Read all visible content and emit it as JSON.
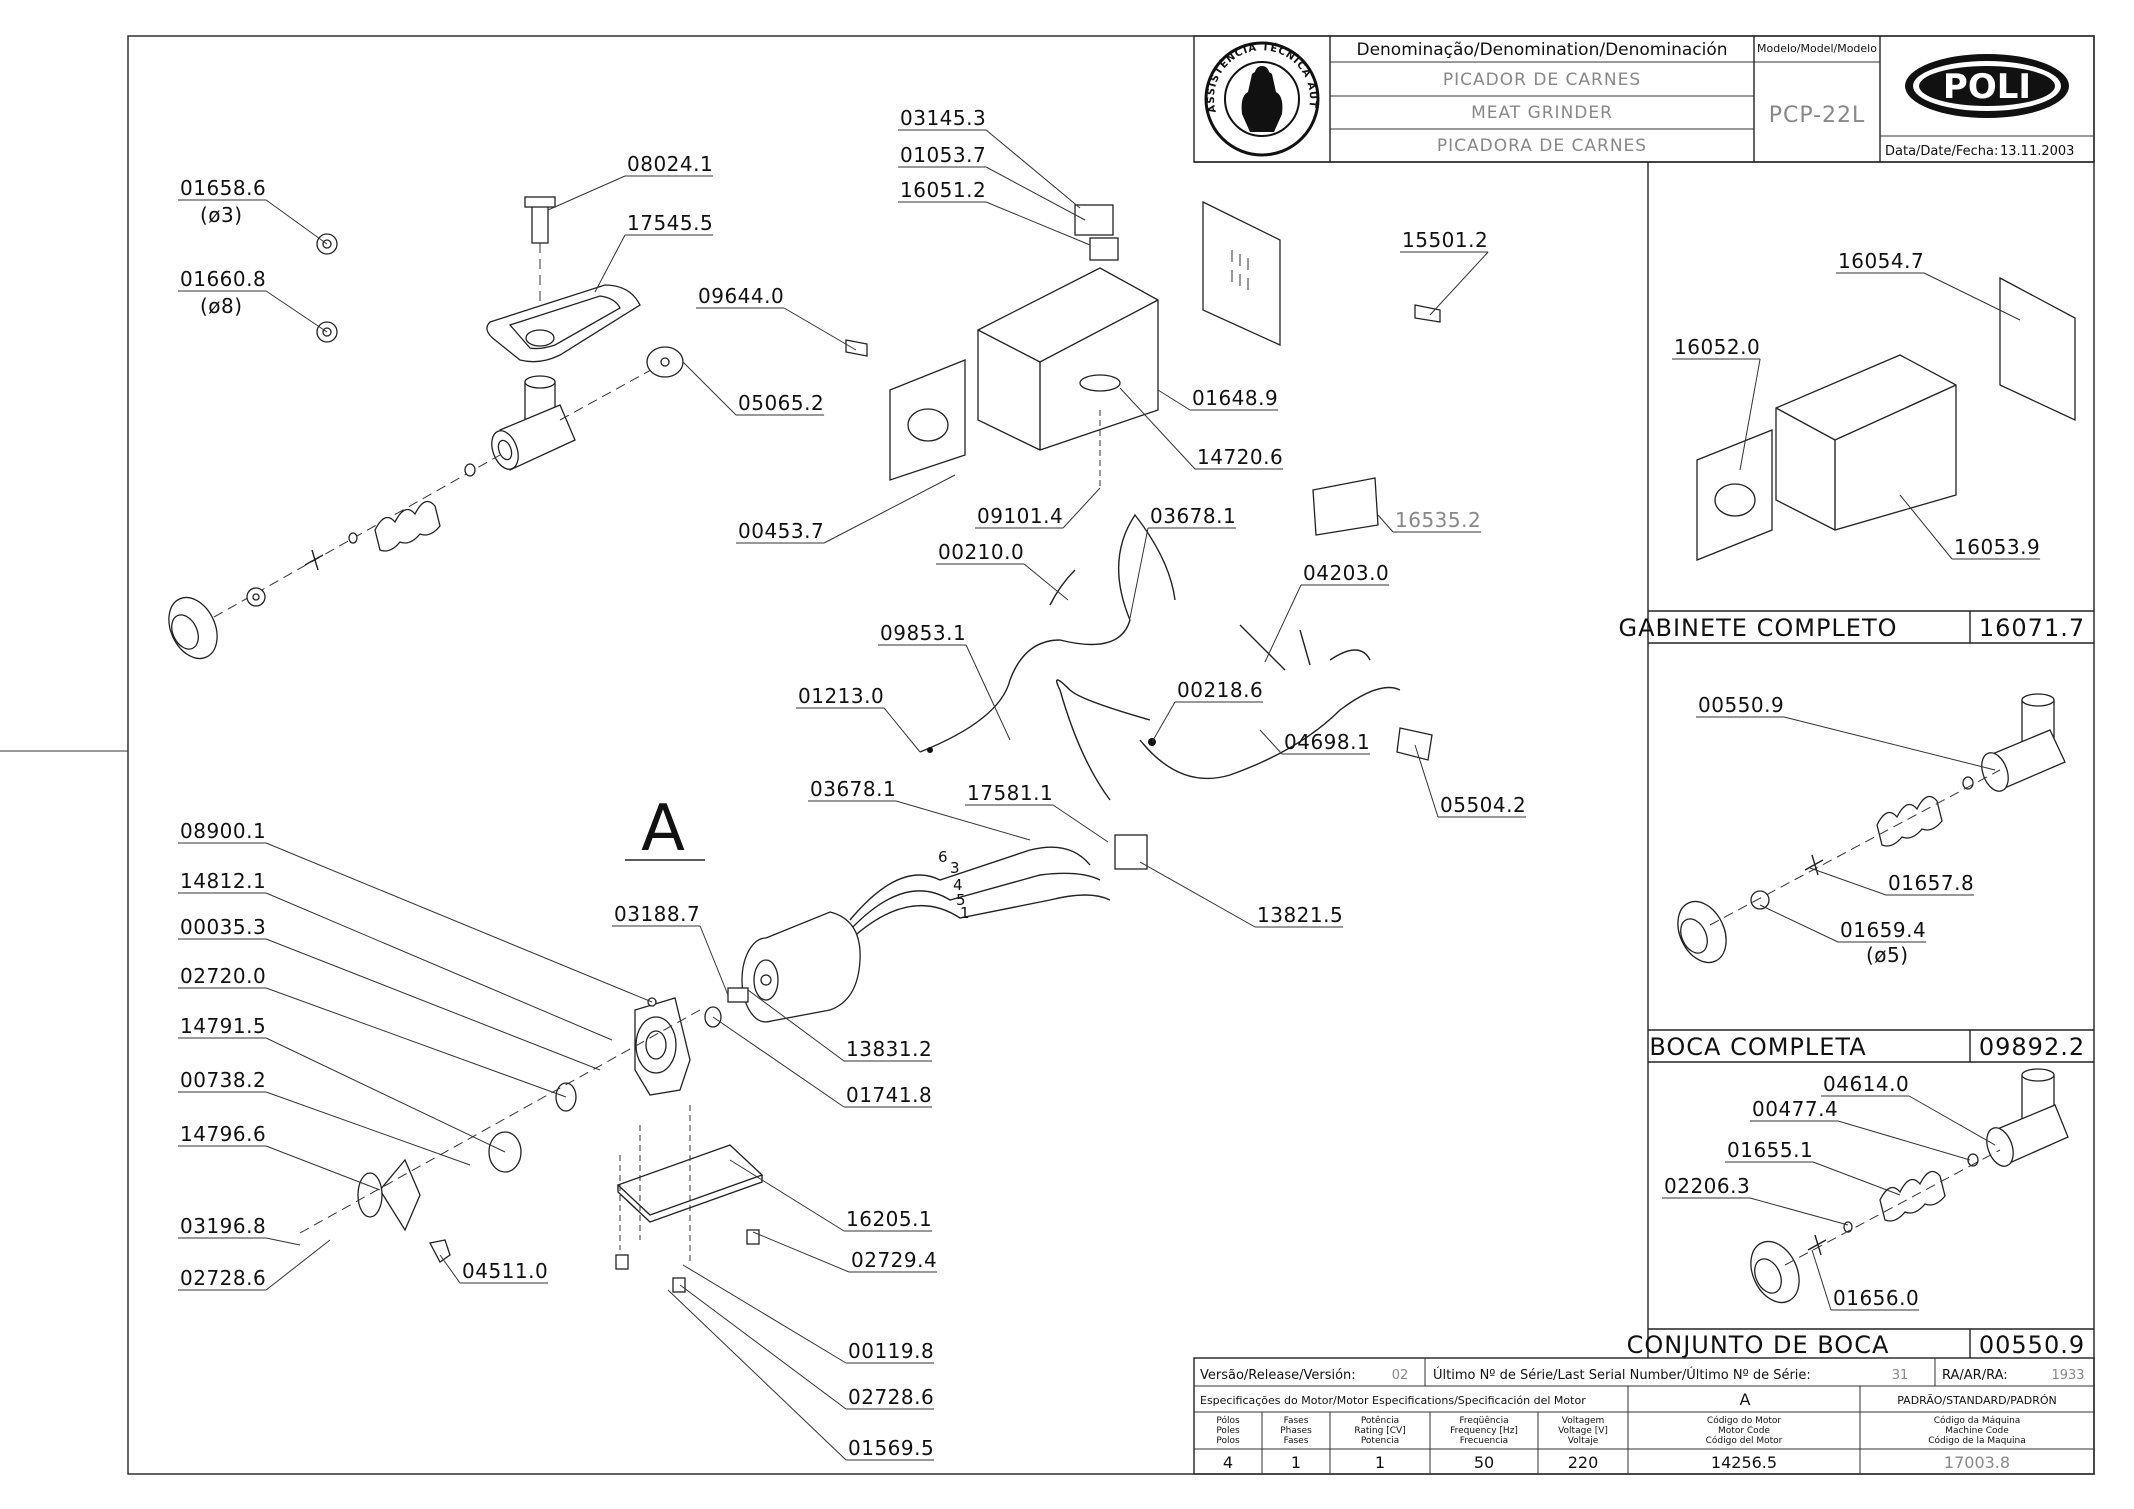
{
  "title_block": {
    "denomination_header": "Denominação/Denomination/Denominación",
    "name_pt": "PICADOR DE CARNES",
    "name_en": "MEAT GRINDER",
    "name_es": "PICADORA DE CARNES",
    "model_header": "Modelo/Model/Modelo",
    "model": "PCP-22L",
    "brand": "POLI",
    "date_label": "Data/Date/Fecha:",
    "date": "13.11.2003",
    "seal_text": "ASSISTÊNCIA TÉCNICA AUTORIZADA"
  },
  "assemblies": [
    {
      "title": "GABINETE COMPLETO",
      "code": "16071.7"
    },
    {
      "title": "BOCA COMPLETA",
      "code": "09892.2"
    },
    {
      "title": "CONJUNTO DE BOCA",
      "code": "00550.9"
    }
  ],
  "section_marker": "A",
  "wire_numbers": [
    "6",
    "3",
    "4",
    "5",
    "1"
  ],
  "parts": {
    "p0": "01658.6",
    "p1": "(ø3)",
    "p2": "01660.8",
    "p3": "(ø8)",
    "p4": "08024.1",
    "p5": "17545.5",
    "p6": "05065.2",
    "p7": "03145.3",
    "p8": "01053.7",
    "p9": "16051.2",
    "p10": "09644.0",
    "p11": "01648.9",
    "p12": "14720.6",
    "p13": "00453.7",
    "p14": "09101.4",
    "p15": "15501.2",
    "p16": "16535.2",
    "p17": "03678.1",
    "p18": "00210.0",
    "p19": "04203.0",
    "p20": "09853.1",
    "p21": "00218.6",
    "p22": "01213.0",
    "p23": "04698.1",
    "p24": "05504.2",
    "p25": "03678.1",
    "p26": "17581.1",
    "p27": "13821.5",
    "p28": "08900.1",
    "p29": "14812.1",
    "p30": "00035.3",
    "p31": "02720.0",
    "p32": "14791.5",
    "p33": "00738.2",
    "p34": "14796.6",
    "p35": "03196.8",
    "p36": "02728.6",
    "p37": "04511.0",
    "p38": "03188.7",
    "p39": "13831.2",
    "p40": "01741.8",
    "p41": "16205.1",
    "p42": "02729.4",
    "p43": "00119.8",
    "p44": "02728.6",
    "p45": "01569.5",
    "p46": "16054.7",
    "p47": "16052.0",
    "p48": "16053.9",
    "p49": "00550.9",
    "p50": "01657.8",
    "p51": "01659.4",
    "p52": "(ø5)",
    "p53": "04614.0",
    "p54": "00477.4",
    "p55": "01655.1",
    "p56": "02206.3",
    "p57": "01656.0"
  },
  "bottom_block": {
    "release_label": "Versão/Release/Versión:",
    "release": "02",
    "serial_label": "Último Nº de Série/Last Serial Number/Último Nº de Série:",
    "serial": "31",
    "ra_label": "RA/AR/RA:",
    "ra": "1933",
    "motor_spec_label": "Especificações do Motor/Motor Especifications/Specificación del Motor",
    "motor_variant": "A",
    "standard": "PADRÃO/STANDARD/PADRÓN",
    "col_poles": [
      "Pólos",
      "Poles",
      "Polos"
    ],
    "col_phases": [
      "Fases",
      "Phases",
      "Fases"
    ],
    "col_rating": [
      "Potência",
      "Rating [CV]",
      "Potencia"
    ],
    "col_freq": [
      "Freqüência",
      "Frequency [Hz]",
      "Frecuencia"
    ],
    "col_voltage": [
      "Voltagem",
      "Voltage [V]",
      "Voltaje"
    ],
    "col_motor_code": [
      "Código do Motor",
      "Motor Code",
      "Código del Motor"
    ],
    "col_machine_code": [
      "Código da Máquina",
      "Machine Code",
      "Código de la Maquina"
    ],
    "poles": "4",
    "phases": "1",
    "rating": "1",
    "frequency": "50",
    "voltage": "220",
    "motor_code": "14256.5",
    "machine_code": "17003.8"
  }
}
